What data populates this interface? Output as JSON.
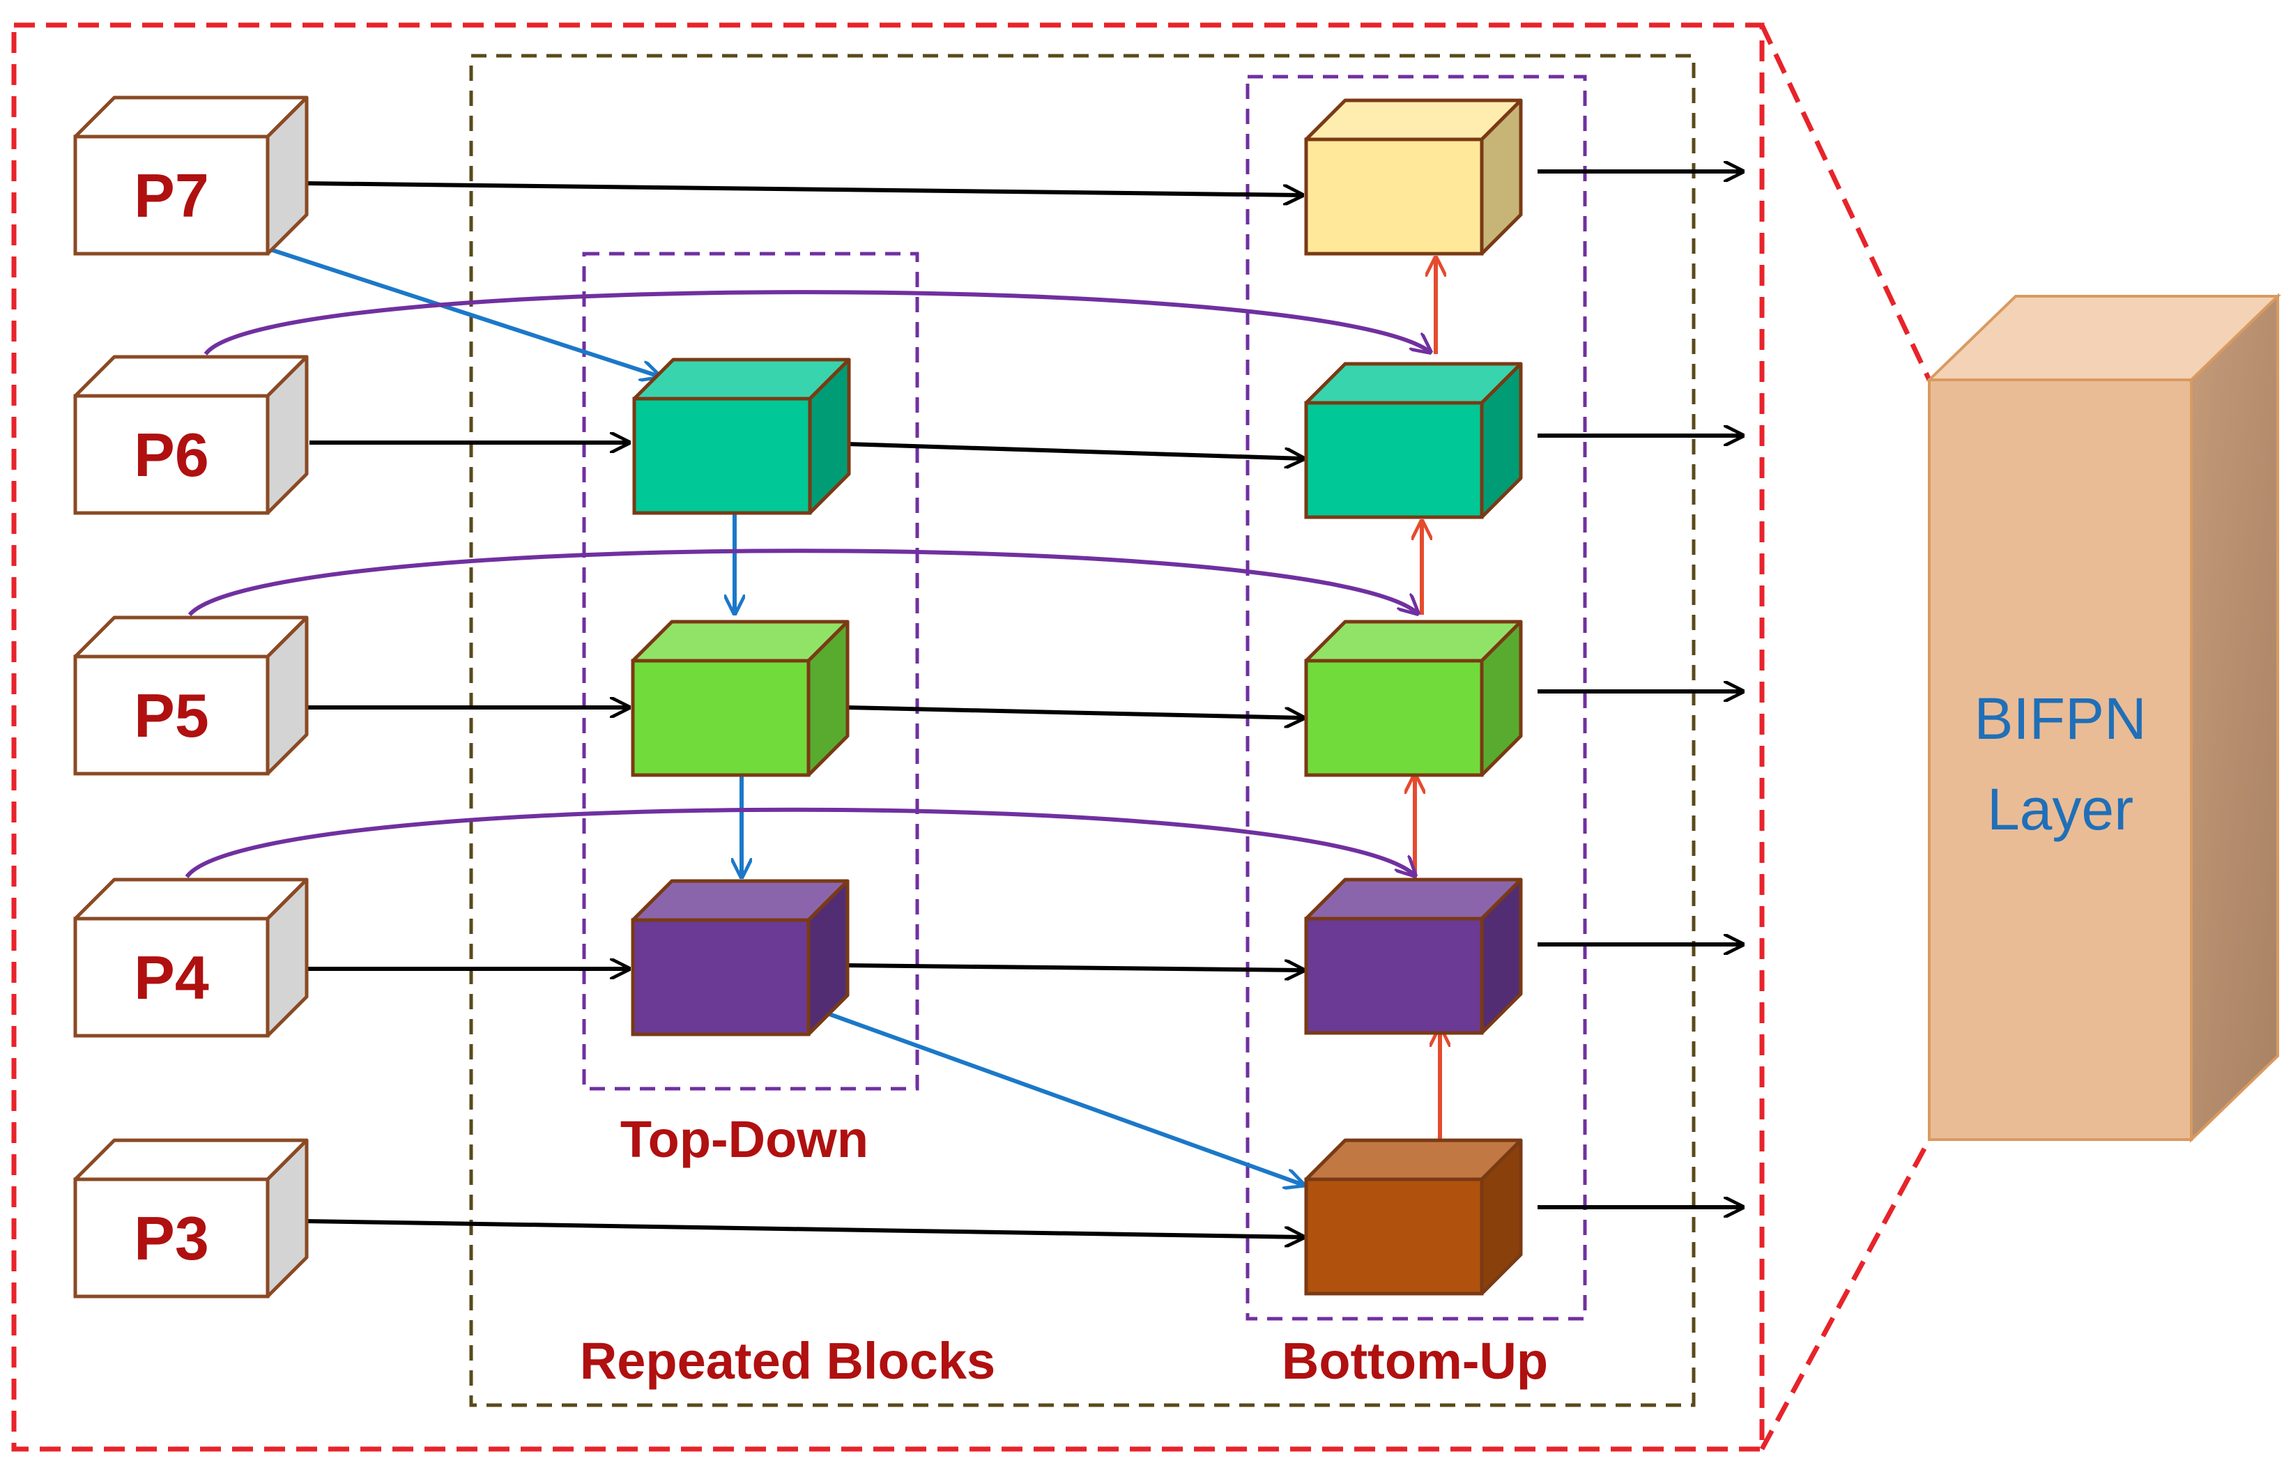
{
  "inputs": [
    {
      "id": "p7",
      "label": "P7"
    },
    {
      "id": "p6",
      "label": "P6"
    },
    {
      "id": "p5",
      "label": "P5"
    },
    {
      "id": "p4",
      "label": "P4"
    },
    {
      "id": "p3",
      "label": "P3"
    }
  ],
  "sections": {
    "top_down": "Top-Down",
    "bottom_up": "Bottom-Up",
    "repeated": "Repeated Blocks"
  },
  "layer": {
    "line1": "BIFPN",
    "line2": "Layer"
  },
  "colors": {
    "outer_border": "#e8232a",
    "repeated_border": "#5a4a1a",
    "group_border": "#7030a0",
    "input_front": "#ffffff",
    "input_side": "#d4d4d4",
    "input_edge": "#8a4a24",
    "label_red": "#b01010",
    "teal": "#00c896",
    "green": "#72db3c",
    "purple": "#6a3a94",
    "yellow": "#ffe89a",
    "brown": "#b0520e",
    "layer_front": "#e9bc96",
    "layer_text": "#1f6fb8",
    "arrow_black": "#000000",
    "arrow_blue": "#1c78c8",
    "arrow_red": "#e54b2e",
    "arrow_purple": "#7030a0"
  }
}
